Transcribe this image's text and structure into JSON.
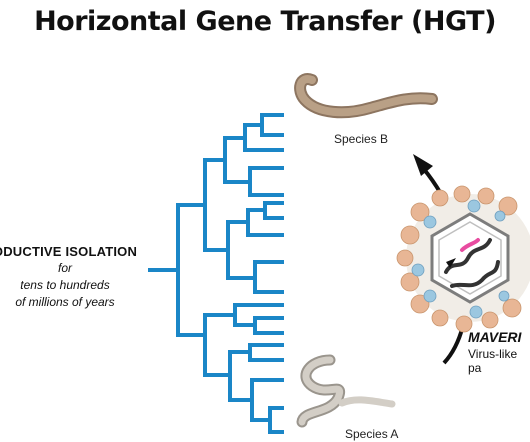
{
  "title": "Horizontal Gene Transfer (HGT)",
  "isolation": {
    "heading": "ODUCTIVE ISOLATION",
    "line1": "for",
    "line2": "tens to hundreds",
    "line3": "of millions of years"
  },
  "species_b": "Species B",
  "species_a": "Species A",
  "maverick": {
    "name": "MAVERI",
    "description": "Virus-like pa"
  },
  "colors": {
    "tree": "#1a86c7",
    "worm_b": "#a88f75",
    "worm_a": "#c7c2b8",
    "arrow": "#111111",
    "virus_accent": "#e84ca0"
  }
}
